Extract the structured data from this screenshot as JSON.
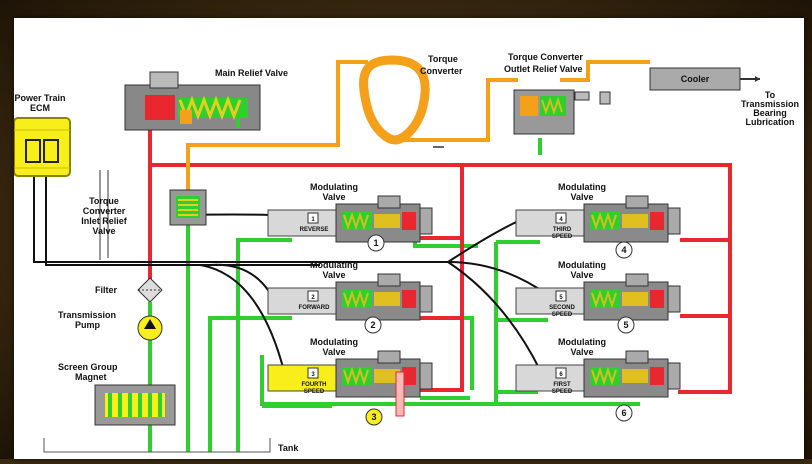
{
  "labels": {
    "main_relief_valve": "Main Relief Valve",
    "torque_converter_l1": "Torque",
    "torque_converter_l2": "Converter",
    "tc_outlet_l1": "Torque Converter",
    "tc_outlet_l2": "Outlet Relief Valve",
    "cooler": "Cooler",
    "to_trans_l1": "To",
    "to_trans_l2": "Transmission",
    "to_trans_l3": "Bearing",
    "to_trans_l4": "Lubrication",
    "ecm_l1": "Power Train",
    "ecm_l2": "ECM",
    "tc_inlet_l1": "Torque",
    "tc_inlet_l2": "Converter",
    "tc_inlet_l3": "Inlet Relief",
    "tc_inlet_l4": "Valve",
    "filter": "Filter",
    "pump_l1": "Transmission",
    "pump_l2": "Pump",
    "magnet_l1": "Screen Group",
    "magnet_l2": "Magnet",
    "tank": "Tank",
    "mod_l1": "Modulating",
    "mod_l2": "Valve"
  },
  "valves_left": [
    {
      "solenoid": "1",
      "name": "REVERSE",
      "name2": "",
      "clutch": "1"
    },
    {
      "solenoid": "2",
      "name": "FORWARD",
      "name2": "",
      "clutch": "2"
    },
    {
      "solenoid": "3",
      "name": "FOURTH",
      "name2": "SPEED",
      "clutch": "3"
    }
  ],
  "valves_right": [
    {
      "solenoid": "4",
      "name": "THIRD",
      "name2": "SPEED",
      "clutch": "4"
    },
    {
      "solenoid": "5",
      "name": "SECOND",
      "name2": "SPEED",
      "clutch": "5"
    },
    {
      "solenoid": "6",
      "name": "FIRST",
      "name2": "SPEED",
      "clutch": "6"
    }
  ],
  "colors": {
    "pressure_red": "#e8282e",
    "converter_orange": "#f5a01a",
    "return_green": "#2ecf2e",
    "highlight_yellow": "#f7ee1a"
  }
}
